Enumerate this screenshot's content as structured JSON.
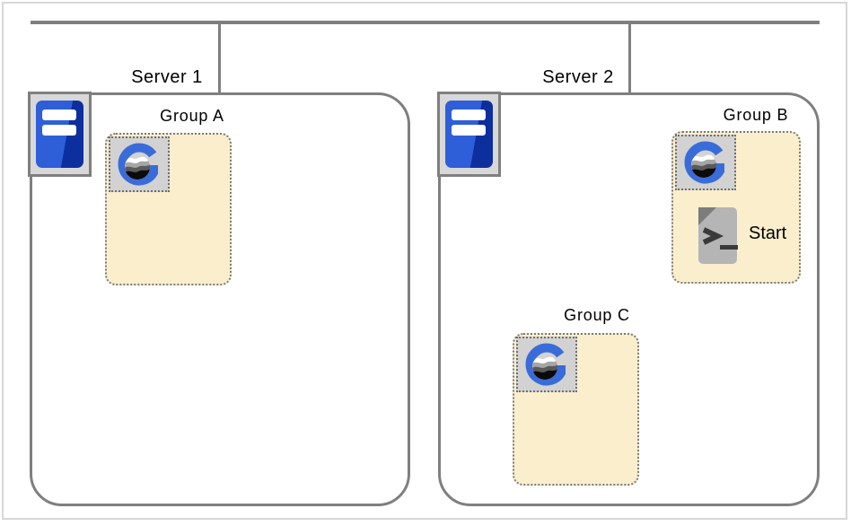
{
  "diagram_title": "",
  "servers": [
    {
      "label": "Server 1",
      "groups": [
        {
          "label": "Group A",
          "items": []
        }
      ]
    },
    {
      "label": "Server 2",
      "groups": [
        {
          "label": "Group B",
          "items": [
            {
              "label": "Start",
              "type": "script"
            }
          ]
        },
        {
          "label": "Group C",
          "items": []
        }
      ]
    }
  ],
  "icons": {
    "server": "server-tower-icon",
    "group": "g-logo-globe-icon",
    "script": "start-script-file-icon"
  },
  "colors": {
    "line_gray": "#7f7f7f",
    "frame_gray": "#d7d7d7",
    "group_fill": "#faeecd",
    "group_border": "#7a7a7a",
    "icon_plate_gray": "#d2d2d2",
    "logo_blue": "#3a6cd9",
    "server_blue_light": "#2e5fd9",
    "server_blue_dark": "#0d2f9e",
    "script_gray": "#b5b5b5",
    "script_fold_gray": "#7d7d7d",
    "text_black": "#000000"
  }
}
